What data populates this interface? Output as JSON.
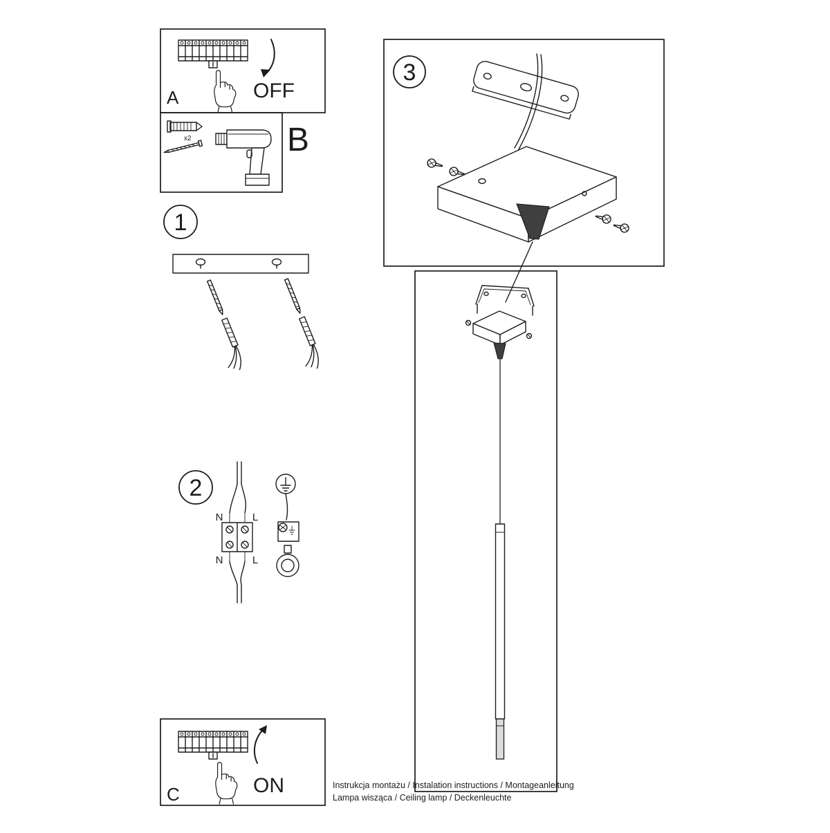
{
  "panels": {
    "a": {
      "label": "A",
      "action": "OFF"
    },
    "b": {
      "label": "B",
      "anchor_quantity": "x2"
    },
    "c": {
      "label": "C",
      "action": "ON"
    }
  },
  "steps": [
    {
      "number": "1"
    },
    {
      "number": "2"
    },
    {
      "number": "3"
    }
  ],
  "wiring_labels": {
    "top_left": "N",
    "top_right": "L",
    "bottom_left": "N",
    "bottom_right": "L"
  },
  "footer": {
    "line1": "Instrukcja montażu / Instalation instructions / Montageanleitung",
    "line2": "Lampa wisząca / Ceiling lamp / Deckenleuchte"
  },
  "colors": {
    "line": "#1c1c1c",
    "background": "#ffffff",
    "cone_fill": "#3f3f3f",
    "tube_tip_fill": "#dcdcdc"
  }
}
